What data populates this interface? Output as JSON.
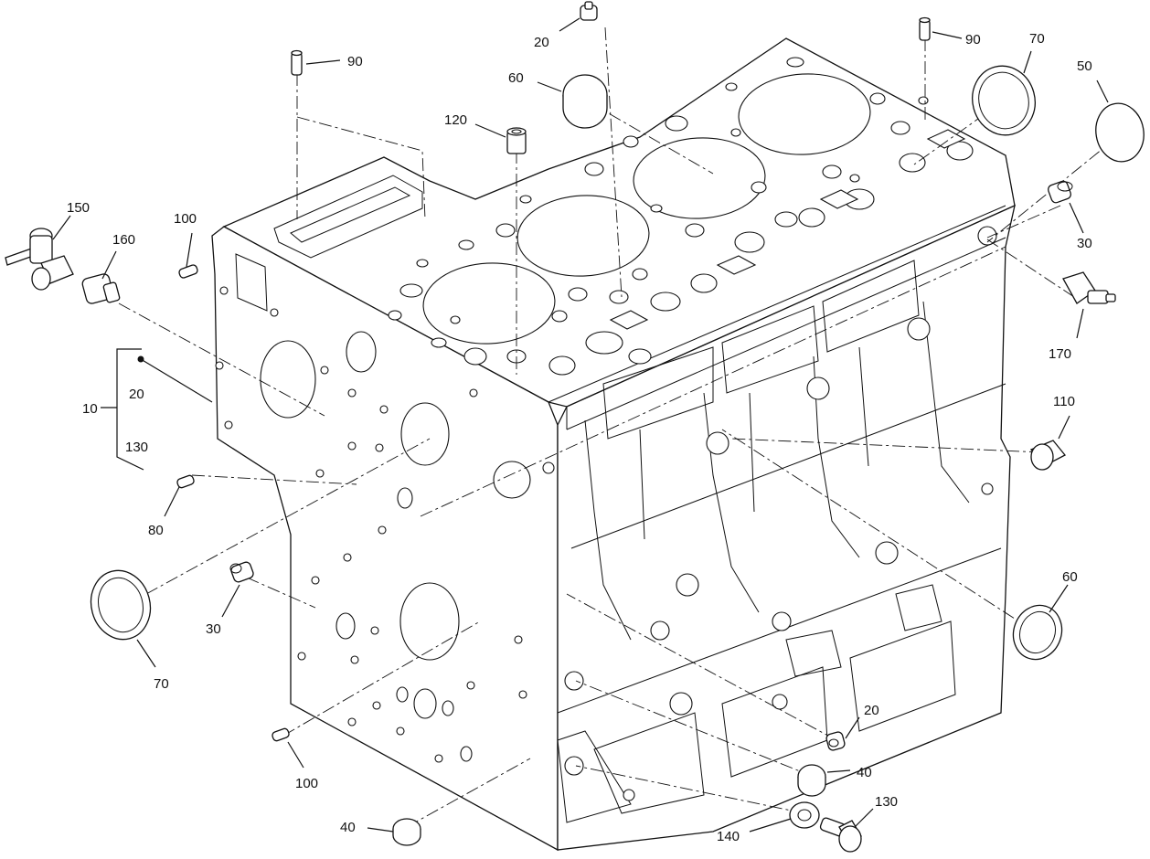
{
  "callouts": {
    "c10": "10",
    "c20_group": "20",
    "c130_group": "130",
    "c20_top": "20",
    "c20_bottom": "20",
    "c30_right": "30",
    "c30_left": "30",
    "c40_left": "40",
    "c40_right": "40",
    "c50": "50",
    "c60_top": "60",
    "c60_right": "60",
    "c70_top": "70",
    "c70_left": "70",
    "c80": "80",
    "c90_left": "90",
    "c90_right": "90",
    "c100_top": "100",
    "c100_bottom": "100",
    "c110": "110",
    "c120": "120",
    "c130_bottom": "130",
    "c140": "140",
    "c150": "150",
    "c160": "160",
    "c170": "170"
  }
}
